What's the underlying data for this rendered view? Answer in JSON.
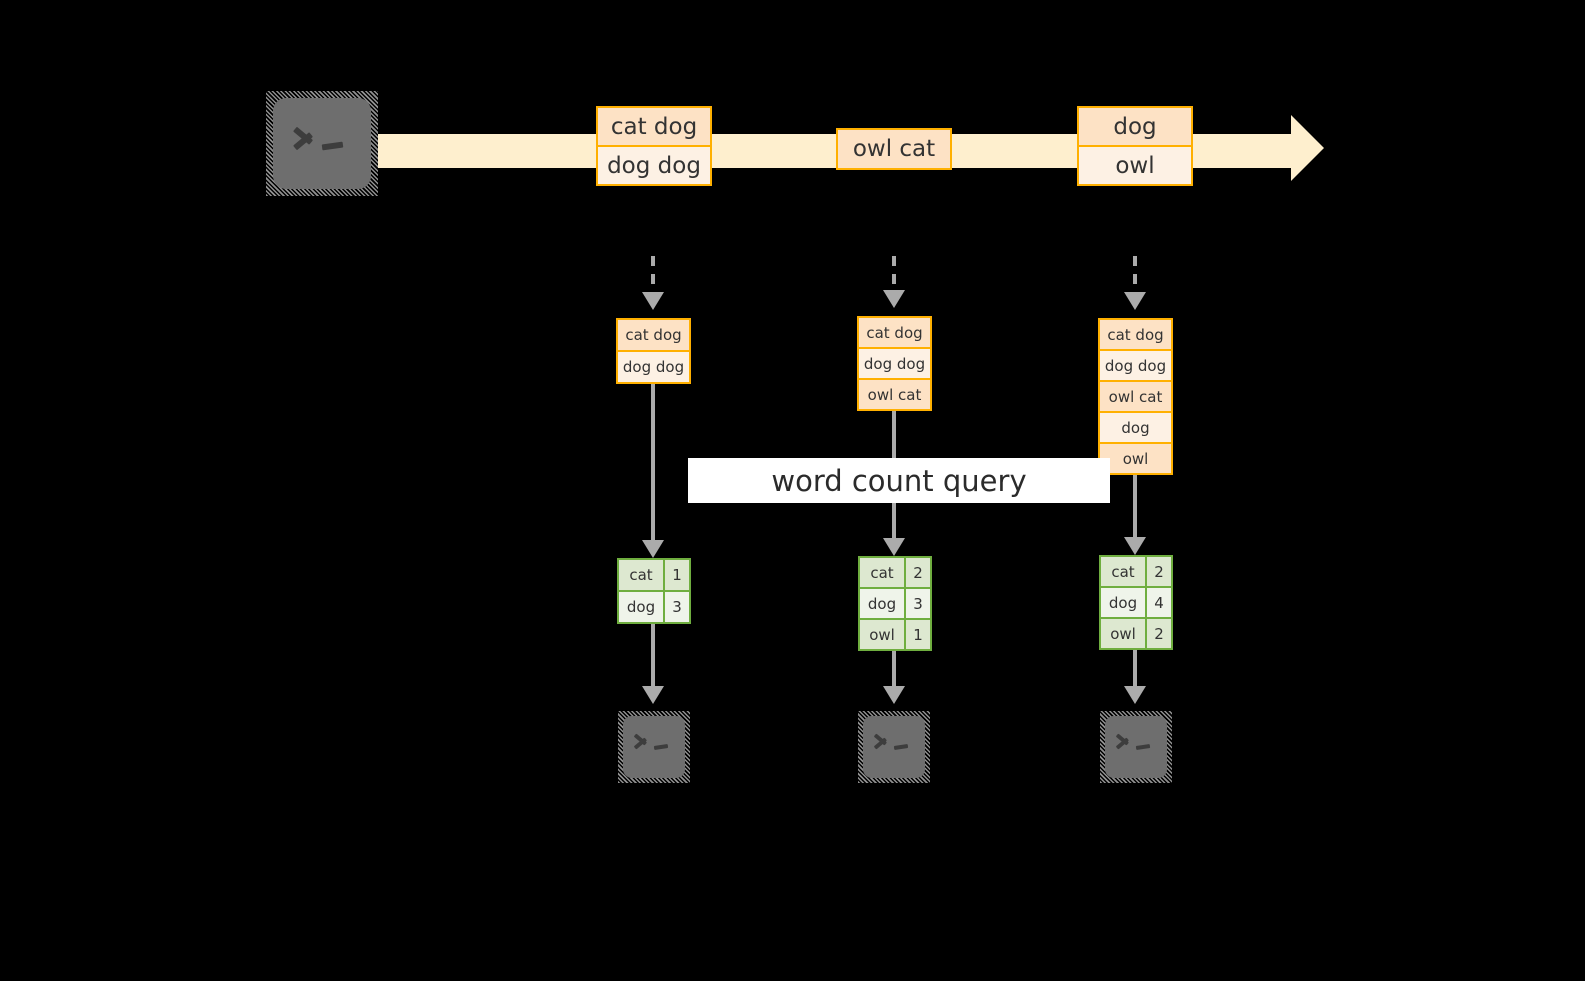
{
  "diagram": {
    "title_label": "word count query",
    "colors": {
      "event_border": "#FFB000",
      "event_fill_dark": "#FDE2C5",
      "event_fill_light": "#FDF1E4",
      "stream_band": "#FEEFCE",
      "result_border": "#6FAE3F",
      "result_fill_dark": "#DDE8D0",
      "result_fill_light": "#EFF4EA",
      "connector": "#ABABAB",
      "terminal_fill": "#6E6E6E",
      "label_bg": "#FFFFFF",
      "background": "#000000"
    },
    "producer": {
      "icon": "terminal-icon",
      "glyph": ">_"
    },
    "stream": {
      "events": [
        {
          "name": "event-group-1",
          "lines": [
            {
              "text": "cat dog",
              "shade": "dark"
            },
            {
              "text": "dog dog",
              "shade": "light"
            }
          ]
        },
        {
          "name": "event-group-2",
          "lines": [
            {
              "text": "owl cat",
              "shade": "dark"
            }
          ]
        },
        {
          "name": "event-group-3",
          "lines": [
            {
              "text": "dog",
              "shade": "dark"
            },
            {
              "text": "owl",
              "shade": "light"
            }
          ]
        }
      ]
    },
    "snapshots": [
      {
        "name": "snapshot-1",
        "input_rows": [
          {
            "text": "cat dog",
            "shade": "dark"
          },
          {
            "text": "dog dog",
            "shade": "light"
          }
        ],
        "result_rows": [
          {
            "word": "cat",
            "count": "1",
            "shade": "dark"
          },
          {
            "word": "dog",
            "count": "3",
            "shade": "light"
          }
        ],
        "consumer_glyph": ">_"
      },
      {
        "name": "snapshot-2",
        "input_rows": [
          {
            "text": "cat dog",
            "shade": "dark"
          },
          {
            "text": "dog dog",
            "shade": "light"
          },
          {
            "text": "owl cat",
            "shade": "dark"
          }
        ],
        "result_rows": [
          {
            "word": "cat",
            "count": "2",
            "shade": "dark"
          },
          {
            "word": "dog",
            "count": "3",
            "shade": "light"
          },
          {
            "word": "owl",
            "count": "1",
            "shade": "dark"
          }
        ],
        "consumer_glyph": ">_"
      },
      {
        "name": "snapshot-3",
        "input_rows": [
          {
            "text": "cat dog",
            "shade": "dark"
          },
          {
            "text": "dog dog",
            "shade": "light"
          },
          {
            "text": "owl cat",
            "shade": "dark"
          },
          {
            "text": "dog",
            "shade": "light"
          },
          {
            "text": "owl",
            "shade": "dark"
          }
        ],
        "result_rows": [
          {
            "word": "cat",
            "count": "2",
            "shade": "dark"
          },
          {
            "word": "dog",
            "count": "4",
            "shade": "light"
          },
          {
            "word": "owl",
            "count": "2",
            "shade": "dark"
          }
        ],
        "consumer_glyph": ">_"
      }
    ]
  }
}
